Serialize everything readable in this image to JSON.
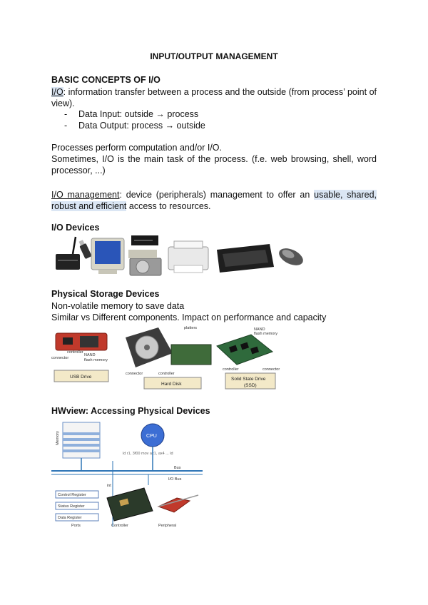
{
  "doc": {
    "title": "INPUT/OUTPUT MANAGEMENT",
    "section1": {
      "heading": "BASIC CONCEPTS OF I/O",
      "intro_term": "I/O",
      "intro_rest": ": information transfer between a process and the outside (from process’ point of view).",
      "bullets": [
        {
          "dash": "-",
          "text": "Data Input: outside → process"
        },
        {
          "dash": "-",
          "text": "Data Output: process → outside"
        }
      ],
      "para2_line1": "Processes perform computation and/or I/O.",
      "para2_line2": "Sometimes, I/O is the main task of the process. (f.e. web browsing, shell, word processor, ...)",
      "mgmt_term": "I/O management",
      "mgmt_mid": ": device (peripherals) management to offer an ",
      "mgmt_highlight": "usable, shared, robust and efficient",
      "mgmt_end": " access to resources."
    },
    "section2": {
      "heading": "I/O Devices",
      "device_icons": [
        "router-icon",
        "usb-stick-icon",
        "crt-monitor-icon",
        "optical-drive-icon",
        "hard-disk-icon",
        "printer-icon",
        "keyboard-icon",
        "mouse-icon"
      ]
    },
    "section3": {
      "heading": "Physical Storage Devices",
      "line1": "Non-volatile memory to save data",
      "line2": "Similar vs Different components. Impact on performance and capacity",
      "usb": {
        "label": "USB Drive",
        "controller": "controller",
        "connector": "connector",
        "nand": "NAND",
        "nand2": "flash memory"
      },
      "hdd": {
        "label": "Hard Disk",
        "platters": "platters",
        "connector": "connector",
        "controller": "controller"
      },
      "ssd": {
        "label1": "Solid State Drive",
        "label2": "(SSD)",
        "nand": "NAND",
        "nand2": "flash memory",
        "controller": "controller",
        "connector": "connector"
      }
    },
    "section4": {
      "heading": "HWview: Accessing Physical Devices",
      "memory": "Memory",
      "cpu": "CPU",
      "code": "ld      r1, 3f00    mov  ax1, ax4 ... ld",
      "bus": "Bus",
      "io_bus": "I/O Bus",
      "control_register": "Control Register",
      "status_register": "Status Register",
      "data_register": "Data Register",
      "ports": "Ports",
      "controller": "Controller",
      "peripheral": "Peripheral",
      "int": "int"
    }
  }
}
